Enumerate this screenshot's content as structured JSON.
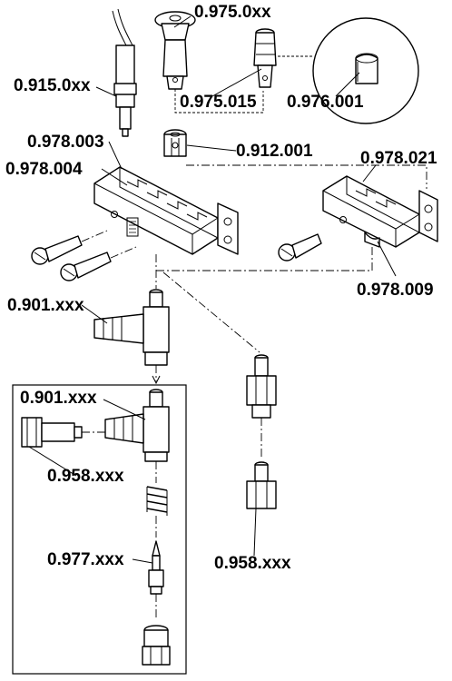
{
  "labels": {
    "l_09750xx": "0.975.0xx",
    "l_09150xx": "0.915.0xx",
    "l_0975015": "0.975.015",
    "l_0976001": "0.976.001",
    "l_0978003": "0.978.003",
    "l_0912001": "0.912.001",
    "l_0978004": "0.978.004",
    "l_0978021": "0.978.021",
    "l_0978009": "0.978.009",
    "l_0901xxx_a": "0.901.xxx",
    "l_0901xxx_b": "0.901.xxx",
    "l_0958xxx_a": "0.958.xxx",
    "l_0958xxx_b": "0.958.xxx",
    "l_0977xxx": "0.977.xxx"
  }
}
